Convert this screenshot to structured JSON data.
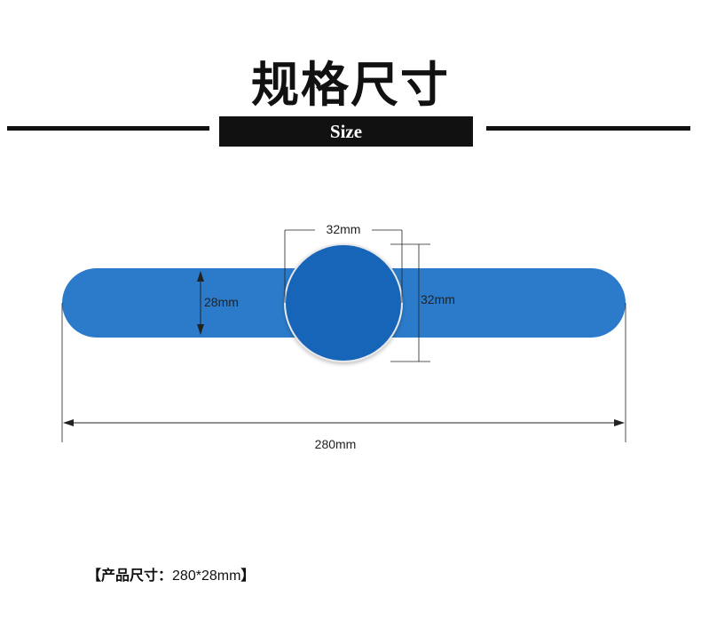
{
  "header": {
    "title": "规格尺寸",
    "subtitle": "Size"
  },
  "diagram": {
    "product": "silicone wristband with round face",
    "colors": {
      "band": "#2b7bca",
      "band_dark": "#1a68b5",
      "face": "#1565b8",
      "face_border": "#e8e8ea",
      "dimension_line": "#222222"
    },
    "dimensions": {
      "face_width": "32mm",
      "face_height": "32mm",
      "band_width": "28mm",
      "total_length": "280mm"
    }
  },
  "spec": {
    "open_bracket": "【",
    "label": "产品尺寸：",
    "value": "280*28mm",
    "close_bracket": "】"
  }
}
